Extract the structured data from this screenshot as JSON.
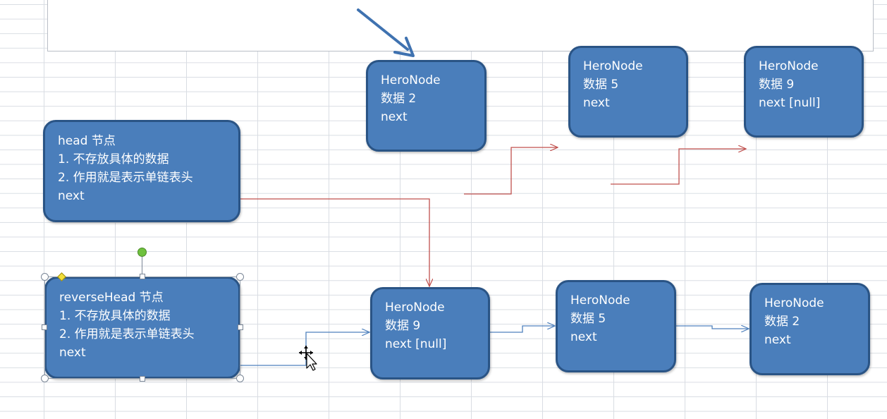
{
  "colors": {
    "node_fill": "#4a7ebb",
    "node_border": "#2a5485",
    "red_connector": "#c0504d",
    "blue_connector": "#4f81bd",
    "pointer_arrow": "#3f72b0"
  },
  "nodes": {
    "head": {
      "line1": "head 节点",
      "line2": "1. 不存放具体的数据",
      "line3": "2. 作用就是表示单链表头",
      "line4": "next"
    },
    "reverse_head": {
      "line1": "reverseHead 节点",
      "line2": "1. 不存放具体的数据",
      "line3": "2. 作用就是表示单链表头",
      "line4": "next"
    },
    "top_1": {
      "line1": "HeroNode",
      "line2": "数据 2",
      "line3": "next"
    },
    "top_2": {
      "line1": "HeroNode",
      "line2": "数据 5",
      "line3": "next"
    },
    "top_3": {
      "line1": "HeroNode",
      "line2": "数据 9",
      "line3": "next [null]"
    },
    "bottom_1": {
      "line1": "HeroNode",
      "line2": "数据 9",
      "line3": "next [null]"
    },
    "bottom_2": {
      "line1": "HeroNode",
      "line2": "数据 5",
      "line3": "next"
    },
    "bottom_3": {
      "line1": "HeroNode",
      "line2": "数据 2",
      "line3": "next"
    }
  },
  "icons": {
    "cursor": "move-cursor-icon",
    "rotate": "rotate-handle-icon",
    "adjust": "adjust-handle-icon"
  }
}
